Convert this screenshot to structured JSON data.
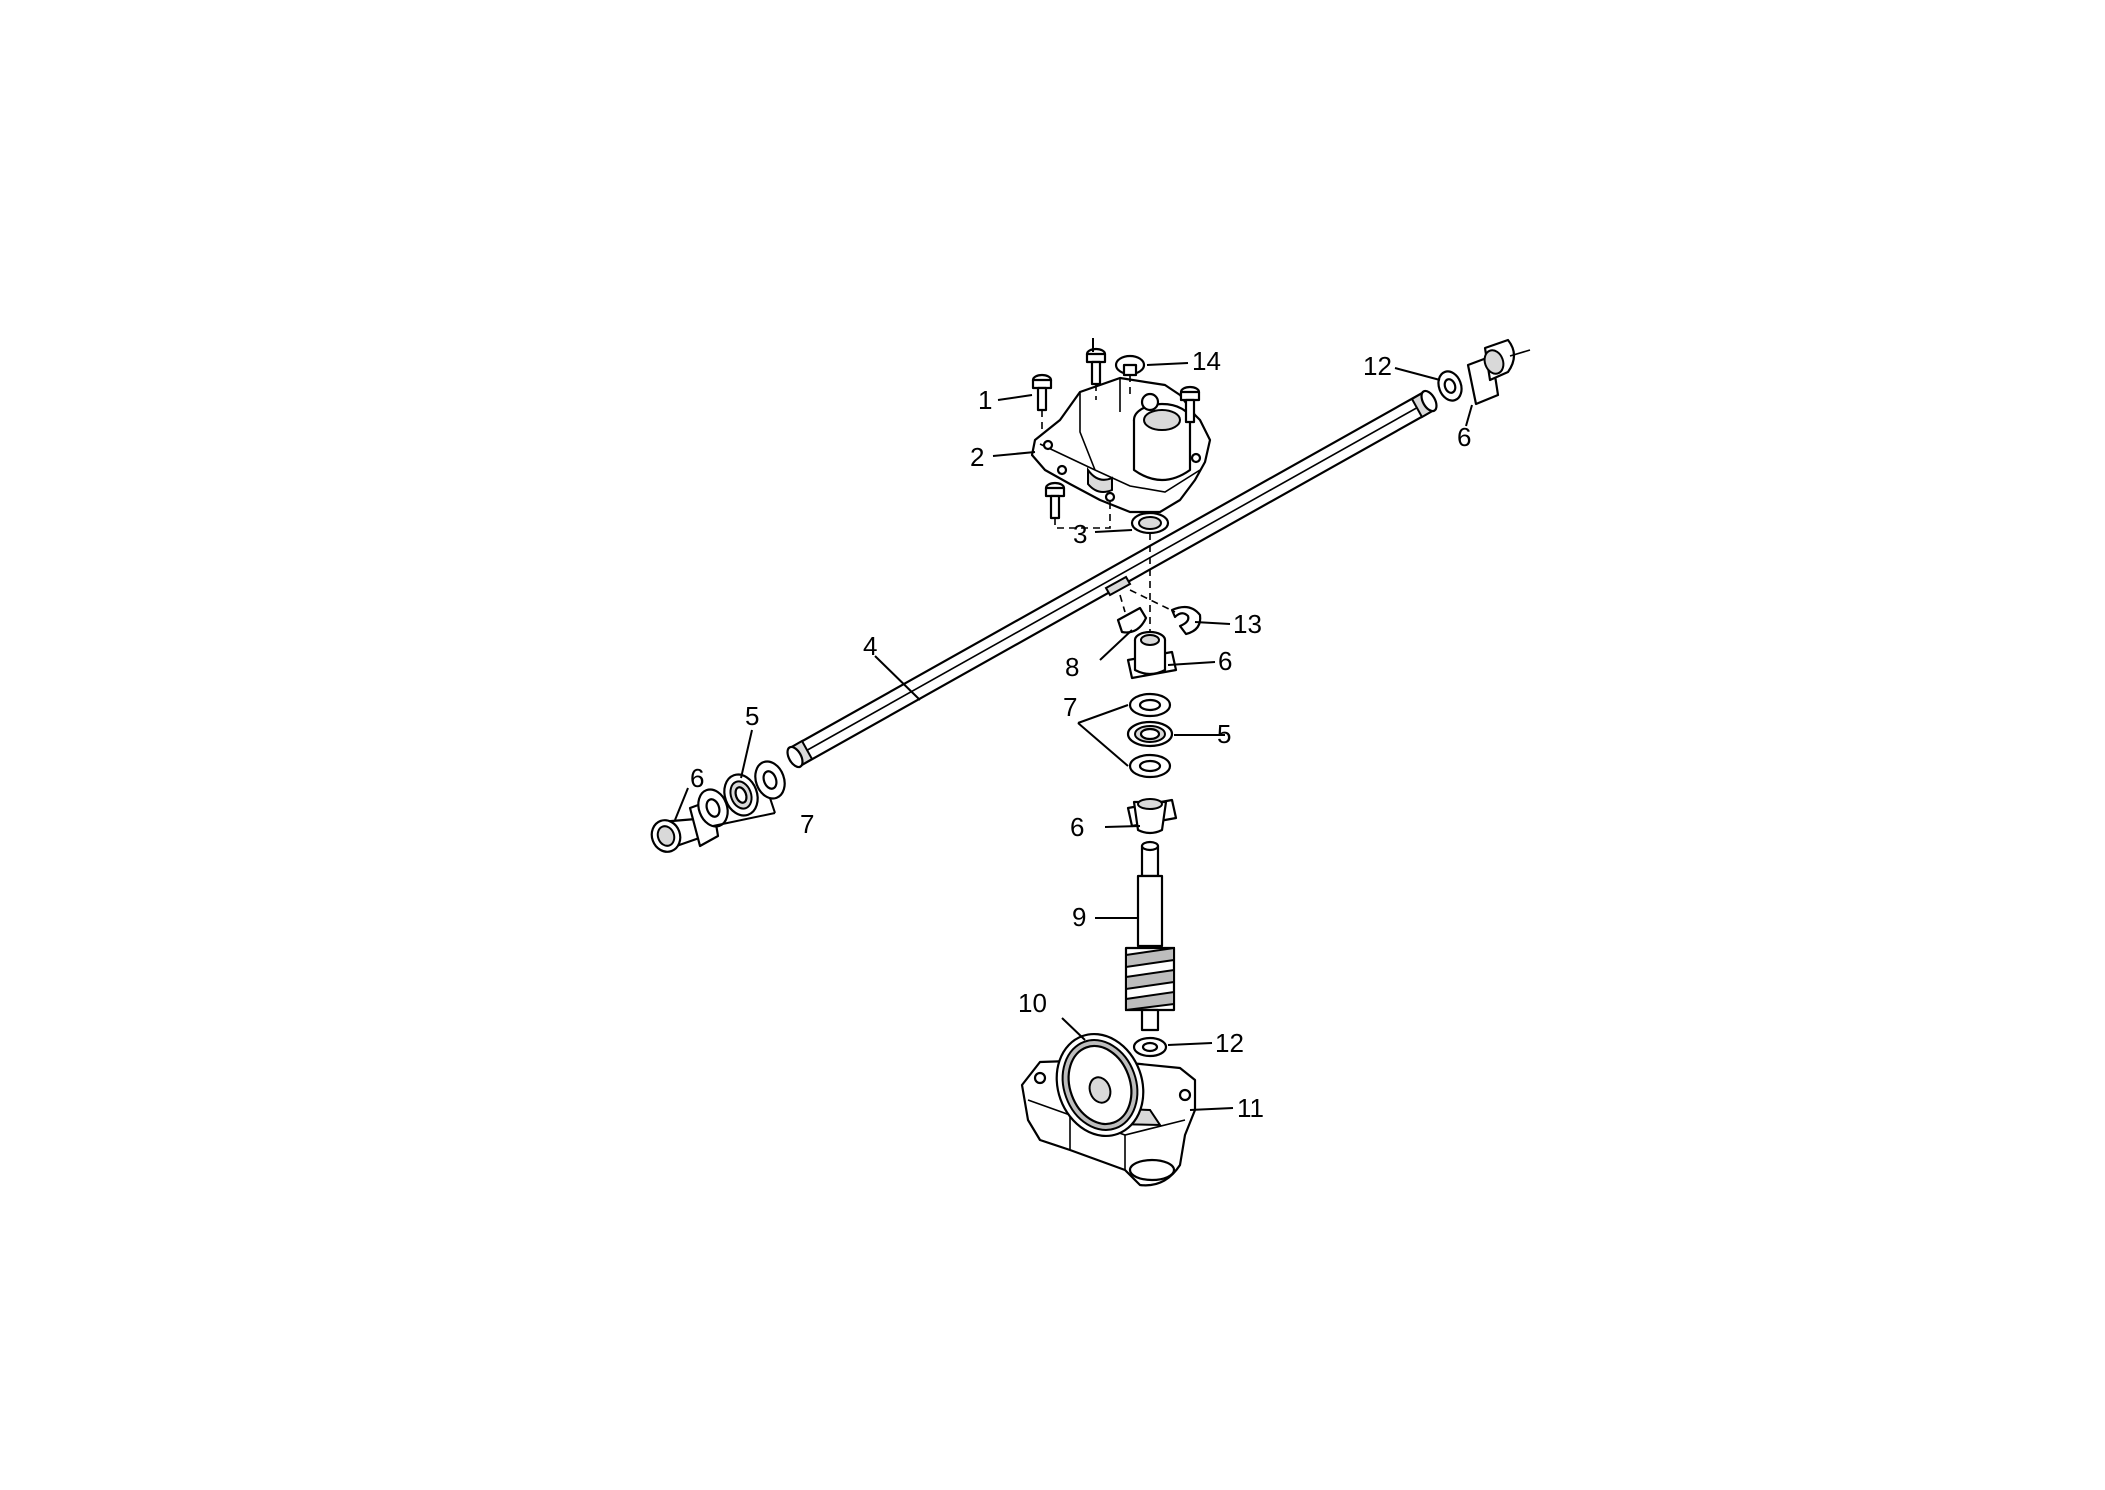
{
  "callouts": [
    {
      "id": "c1",
      "text": "1"
    },
    {
      "id": "c2",
      "text": "2"
    },
    {
      "id": "c3",
      "text": "3"
    },
    {
      "id": "c4",
      "text": "4"
    },
    {
      "id": "c5a",
      "text": "5"
    },
    {
      "id": "c5b",
      "text": "5"
    },
    {
      "id": "c6a",
      "text": "6"
    },
    {
      "id": "c6b",
      "text": "6"
    },
    {
      "id": "c6c",
      "text": "6"
    },
    {
      "id": "c6d",
      "text": "6"
    },
    {
      "id": "c7a",
      "text": "7"
    },
    {
      "id": "c7b",
      "text": "7"
    },
    {
      "id": "c8",
      "text": "8"
    },
    {
      "id": "c9",
      "text": "9"
    },
    {
      "id": "c10",
      "text": "10"
    },
    {
      "id": "c11",
      "text": "11"
    },
    {
      "id": "c12a",
      "text": "12"
    },
    {
      "id": "c12b",
      "text": "12"
    },
    {
      "id": "c13",
      "text": "13"
    },
    {
      "id": "c14",
      "text": "14"
    }
  ]
}
